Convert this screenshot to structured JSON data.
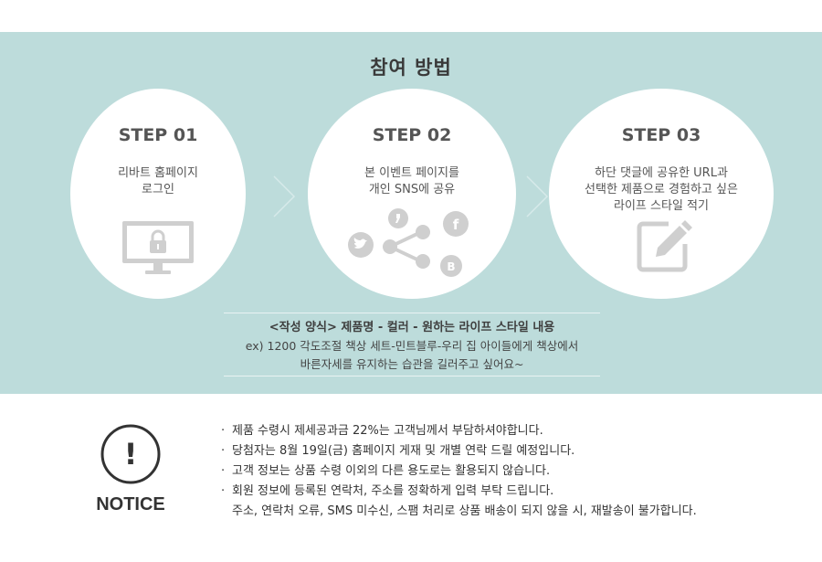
{
  "section_title": "참여 방법",
  "steps": [
    {
      "label": "STEP 01",
      "lines": [
        "리바트 홈페이지",
        "로그인"
      ],
      "icon": "monitor-lock-icon"
    },
    {
      "label": "STEP 02",
      "lines": [
        "본 이벤트 페이지를",
        "개인 SNS에 공유"
      ],
      "icon": "share-icon",
      "social": {
        "twitter": "twitter-icon",
        "kakao": "kakaostory-icon",
        "facebook": "f",
        "blog": "B"
      }
    },
    {
      "label": "STEP 03",
      "lines": [
        "하단 댓글에 공유한 URL과",
        "선택한 제품으로 경험하고 싶은",
        "라이프 스타일 적기"
      ],
      "icon": "edit-icon"
    }
  ],
  "format": {
    "line1": "<작성 양식>  제품명 - 컬러 - 원하는 라이프 스타일 내용",
    "line2": "ex) 1200 각도조절 책상 세트-민트블루-우리 집 아이들에게 책상에서",
    "line3": "바른자세를 유지하는 습관을 길러주고 싶어요~"
  },
  "notice": {
    "icon_text": "!",
    "label": "NOTICE",
    "bullet": "·",
    "items": [
      "제품 수령시 제세공과금 22%는 고객님께서 부담하셔야합니다.",
      "당첨자는 8월 19일(금) 홈페이지 게재 및 개별 연락 드릴 예정입니다.",
      "고객 정보는 상품 수령 이외의 다른 용도로는 활용되지 않습니다.",
      "회원 정보에 등록된 연락처, 주소를 정확하게 입력 부탁 드립니다."
    ],
    "continuation": "주소, 연락처 오류, SMS 미수신, 스팸 처리로 상품 배송이 되지 않을 시, 재발송이 불가합니다."
  },
  "colors": {
    "band": "#bddcdb",
    "icon_gray": "#cfcfcf",
    "text": "#444444"
  }
}
